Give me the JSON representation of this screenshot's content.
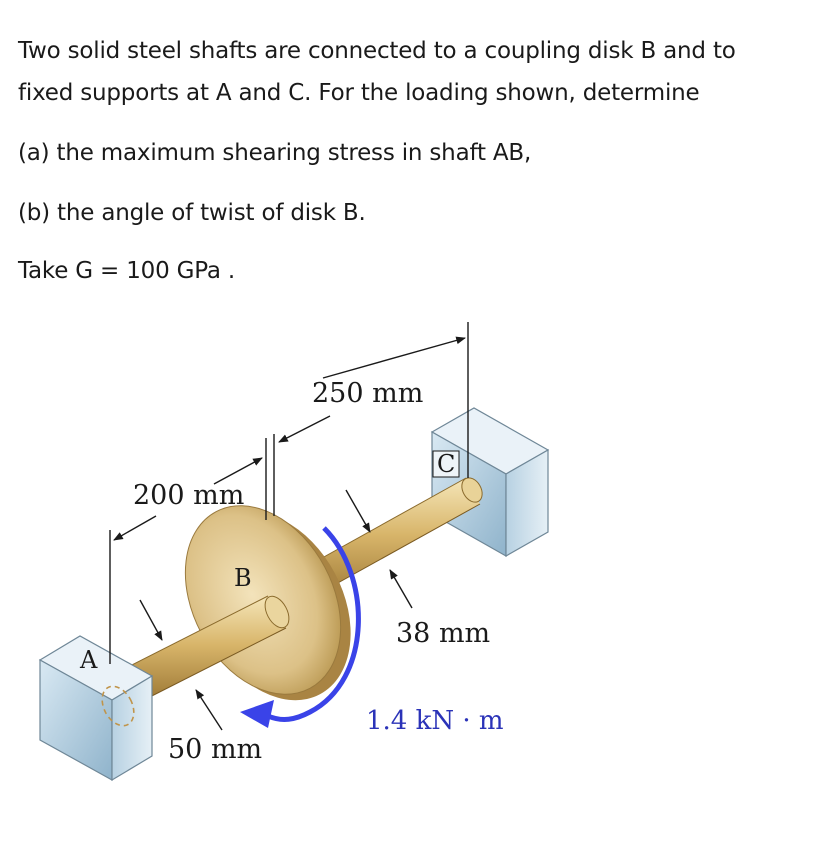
{
  "problem": {
    "line1": "Two solid steel shafts are connected to a coupling disk B and to",
    "line2": "fixed supports at A and C. For the loading shown, determine",
    "part_a": "(a) the maximum shearing stress in shaft AB,",
    "part_b": "(b) the angle of twist of disk B.",
    "given": "Take G = 100 GPa ."
  },
  "figure": {
    "dim_250": "250 mm",
    "dim_200": "200 mm",
    "dim_38": "38 mm",
    "dim_50": "50 mm",
    "torque": "1.4 kN · m",
    "point_a": "A",
    "point_b": "B",
    "point_c": "C"
  },
  "colors": {
    "torque_arrow": "#3a43e8",
    "support": "#a9c6d8",
    "shaft": "#d8b56a",
    "disk": "#d9bd7e"
  }
}
